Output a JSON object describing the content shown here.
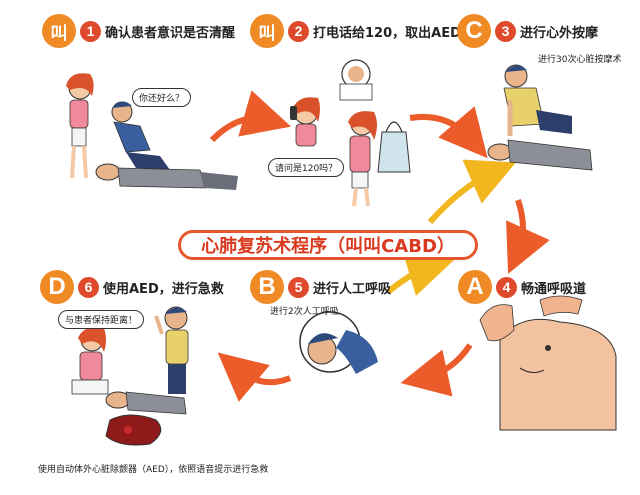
{
  "colors": {
    "accent": "#e4572e",
    "badge_orange": "#f08a24",
    "badge_red": "#e04a2c",
    "arrow": "#ec5b2a",
    "arrow_gold": "#f2b71f"
  },
  "center_title": "心肺复苏术程序（叫叫CABD）",
  "steps": [
    {
      "badge": "叫",
      "number": "1",
      "title": "确认患者意识是否清醒"
    },
    {
      "badge": "叫",
      "number": "2",
      "title": "打电话给120，取出AED"
    },
    {
      "badge": "C",
      "number": "3",
      "title": "进行心外按摩"
    },
    {
      "badge": "A",
      "number": "4",
      "title": "畅通呼吸道"
    },
    {
      "badge": "B",
      "number": "5",
      "title": "进行人工呼吸"
    },
    {
      "badge": "D",
      "number": "6",
      "title": "使用AED，进行急救"
    }
  ],
  "bubbles": {
    "step1": "你还好么？",
    "step2": "请问是120吗？",
    "step6": "与患者保持距离！"
  },
  "notes": {
    "step3": "进行30次心脏按摩术",
    "step5": "进行2次人工呼吸",
    "step6": "使用自动体外心脏除颤器（AED），依照语音提示进行急救"
  },
  "icons": [
    "arrow-icon",
    "person-icon",
    "patient-icon",
    "phone-icon",
    "bag-icon",
    "aed-icon"
  ]
}
